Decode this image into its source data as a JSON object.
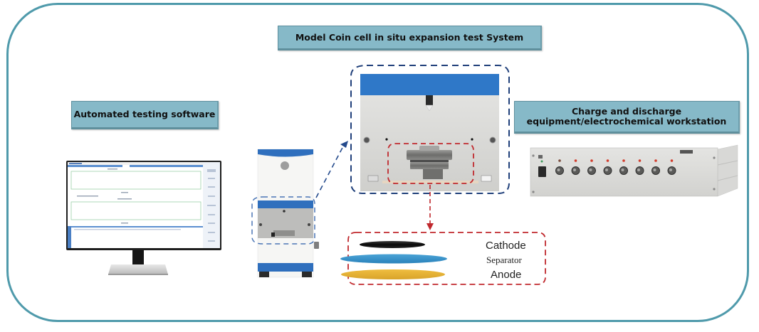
{
  "title": "Model Coin cell in situ expansion test System",
  "labels": {
    "software": "Automated testing software",
    "workstation_line1": "Charge and discharge",
    "workstation_line2": "equipment/electrochemical workstation"
  },
  "cell_layers": [
    {
      "name": "Cathode",
      "color": "#0d0d0d"
    },
    {
      "name": "Separator",
      "color": "#2f8cc4"
    },
    {
      "name": "Anode",
      "color": "#e2ae2f"
    }
  ],
  "colors": {
    "frame": "#4f9aab",
    "label_box": "#86b9c8",
    "device_blue": "#2f6fbd",
    "zoom_callout_blue": "#1f3f7a",
    "zoom_callout_red": "#c0282d"
  },
  "workstation": {
    "channel_count": 8
  }
}
